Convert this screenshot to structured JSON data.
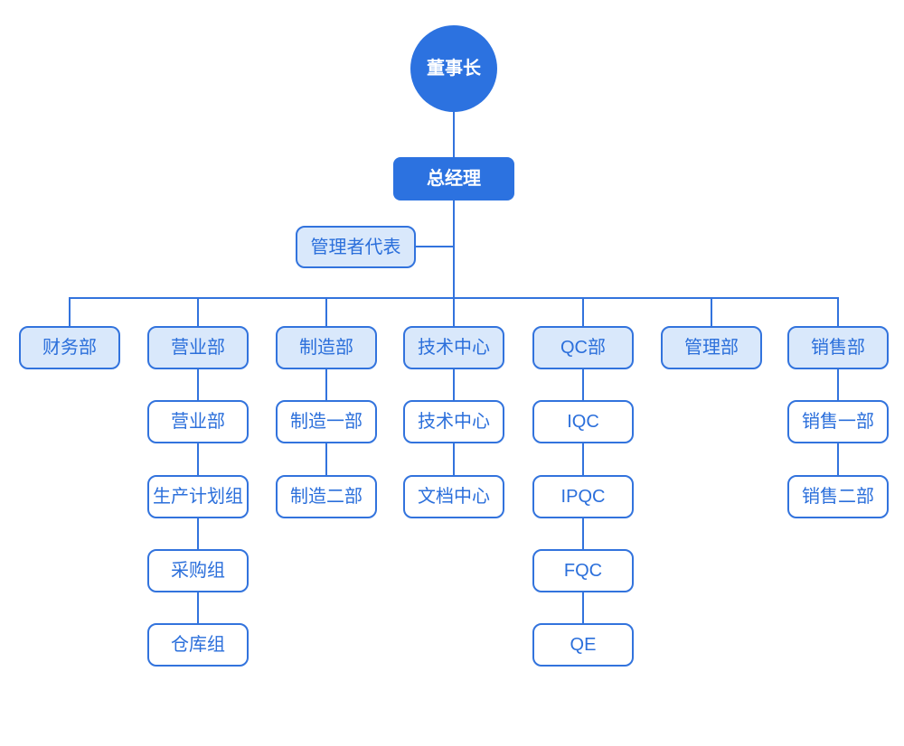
{
  "org": {
    "chairman": "董事长",
    "general_manager": "总经理",
    "management_representative": "管理者代表",
    "departments": [
      {
        "label": "财务部",
        "children": []
      },
      {
        "label": "营业部",
        "children": [
          "营业部",
          "生产计划组",
          "采购组",
          "仓库组"
        ]
      },
      {
        "label": "制造部",
        "children": [
          "制造一部",
          "制造二部"
        ]
      },
      {
        "label": "技术中心",
        "children": [
          "技术中心",
          "文档中心"
        ]
      },
      {
        "label": "QC部",
        "children": [
          "IQC",
          "IPQC",
          "FQC",
          "QE"
        ]
      },
      {
        "label": "管理部",
        "children": []
      },
      {
        "label": "销售部",
        "children": [
          "销售一部",
          "销售二部"
        ]
      }
    ]
  },
  "colors": {
    "primary_blue": "#2C72E0",
    "box_border": "#3273DD",
    "light_fill": "#D9E8FB",
    "text_blue": "#2B6FDB",
    "connector_line": "#3273DD",
    "background": "#FFFFFF"
  }
}
